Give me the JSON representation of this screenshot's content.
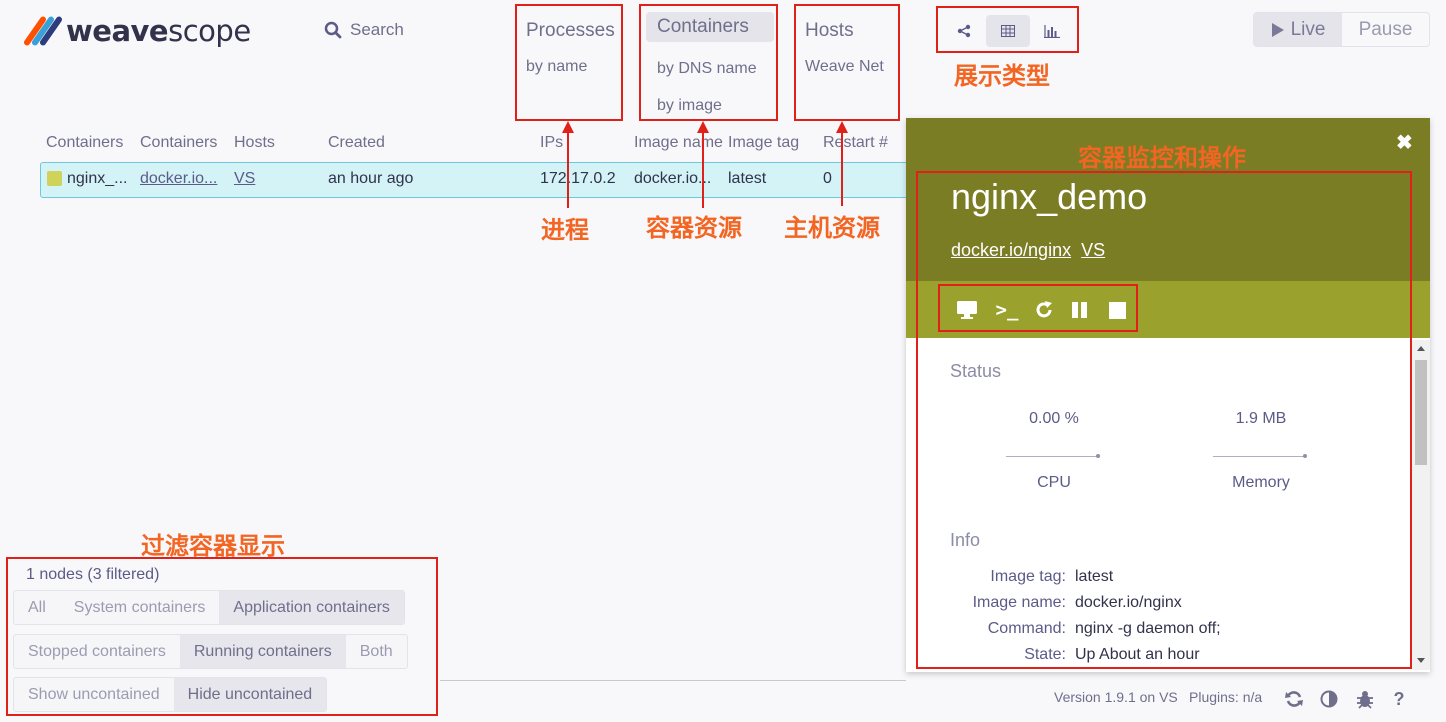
{
  "logo": {
    "weave": "weave",
    "scope": "scope"
  },
  "search": {
    "label": "Search"
  },
  "topologies": {
    "processes": {
      "label": "Processes",
      "sub": [
        "by name"
      ]
    },
    "containers": {
      "label": "Containers",
      "sub": [
        "by DNS name",
        "by image"
      ]
    },
    "hosts": {
      "label": "Hosts",
      "sub": [
        "Weave Net"
      ]
    }
  },
  "view_modes": [
    "graph-icon",
    "table-icon",
    "resources-icon"
  ],
  "playback": {
    "live": "Live",
    "pause": "Pause"
  },
  "table": {
    "headers": [
      "Containers",
      "Containers",
      "Hosts",
      "Created",
      "IPs",
      "Image name",
      "Image tag",
      "Restart #"
    ],
    "row": {
      "name": "nginx_...",
      "image": "docker.io...",
      "host": "VS",
      "created": "an hour ago",
      "ip": "172.17.0.2",
      "image_name": "docker.io...",
      "tag": "latest",
      "restarts": "0"
    }
  },
  "annotations": {
    "view_type": "展示类型",
    "process": "进程",
    "container_resource": "容器资源",
    "host_resource": "主机资源",
    "monitor": "容器监控和操作",
    "filter": "过滤容器显示"
  },
  "details": {
    "title": "nginx_demo",
    "links": [
      "docker.io/nginx",
      "VS"
    ],
    "status_heading": "Status",
    "cpu": {
      "value": "0.00 %",
      "label": "CPU"
    },
    "memory": {
      "value": "1.9 MB",
      "label": "Memory"
    },
    "info_heading": "Info",
    "info": [
      {
        "k": "Image tag:",
        "v": "latest"
      },
      {
        "k": "Image name:",
        "v": "docker.io/nginx"
      },
      {
        "k": "Command:",
        "v": "nginx -g daemon off;"
      },
      {
        "k": "State:",
        "v": "Up About an hour"
      }
    ]
  },
  "filters": {
    "count": "1 nodes (3 filtered)",
    "group1": [
      "All",
      "System containers",
      "Application containers"
    ],
    "group2": [
      "Stopped containers",
      "Running containers",
      "Both"
    ],
    "group3": [
      "Show uncontained",
      "Hide uncontained"
    ]
  },
  "footer": {
    "version": "Version 1.9.1 on VS",
    "plugins": "Plugins: n/a"
  },
  "colors": {
    "panel_header": "#7b7d24",
    "panel_toolbar": "#9aa12c",
    "row_highlight": "#d3f3f7",
    "annotation": "#f26522",
    "annotation_box": "#e0211a"
  }
}
